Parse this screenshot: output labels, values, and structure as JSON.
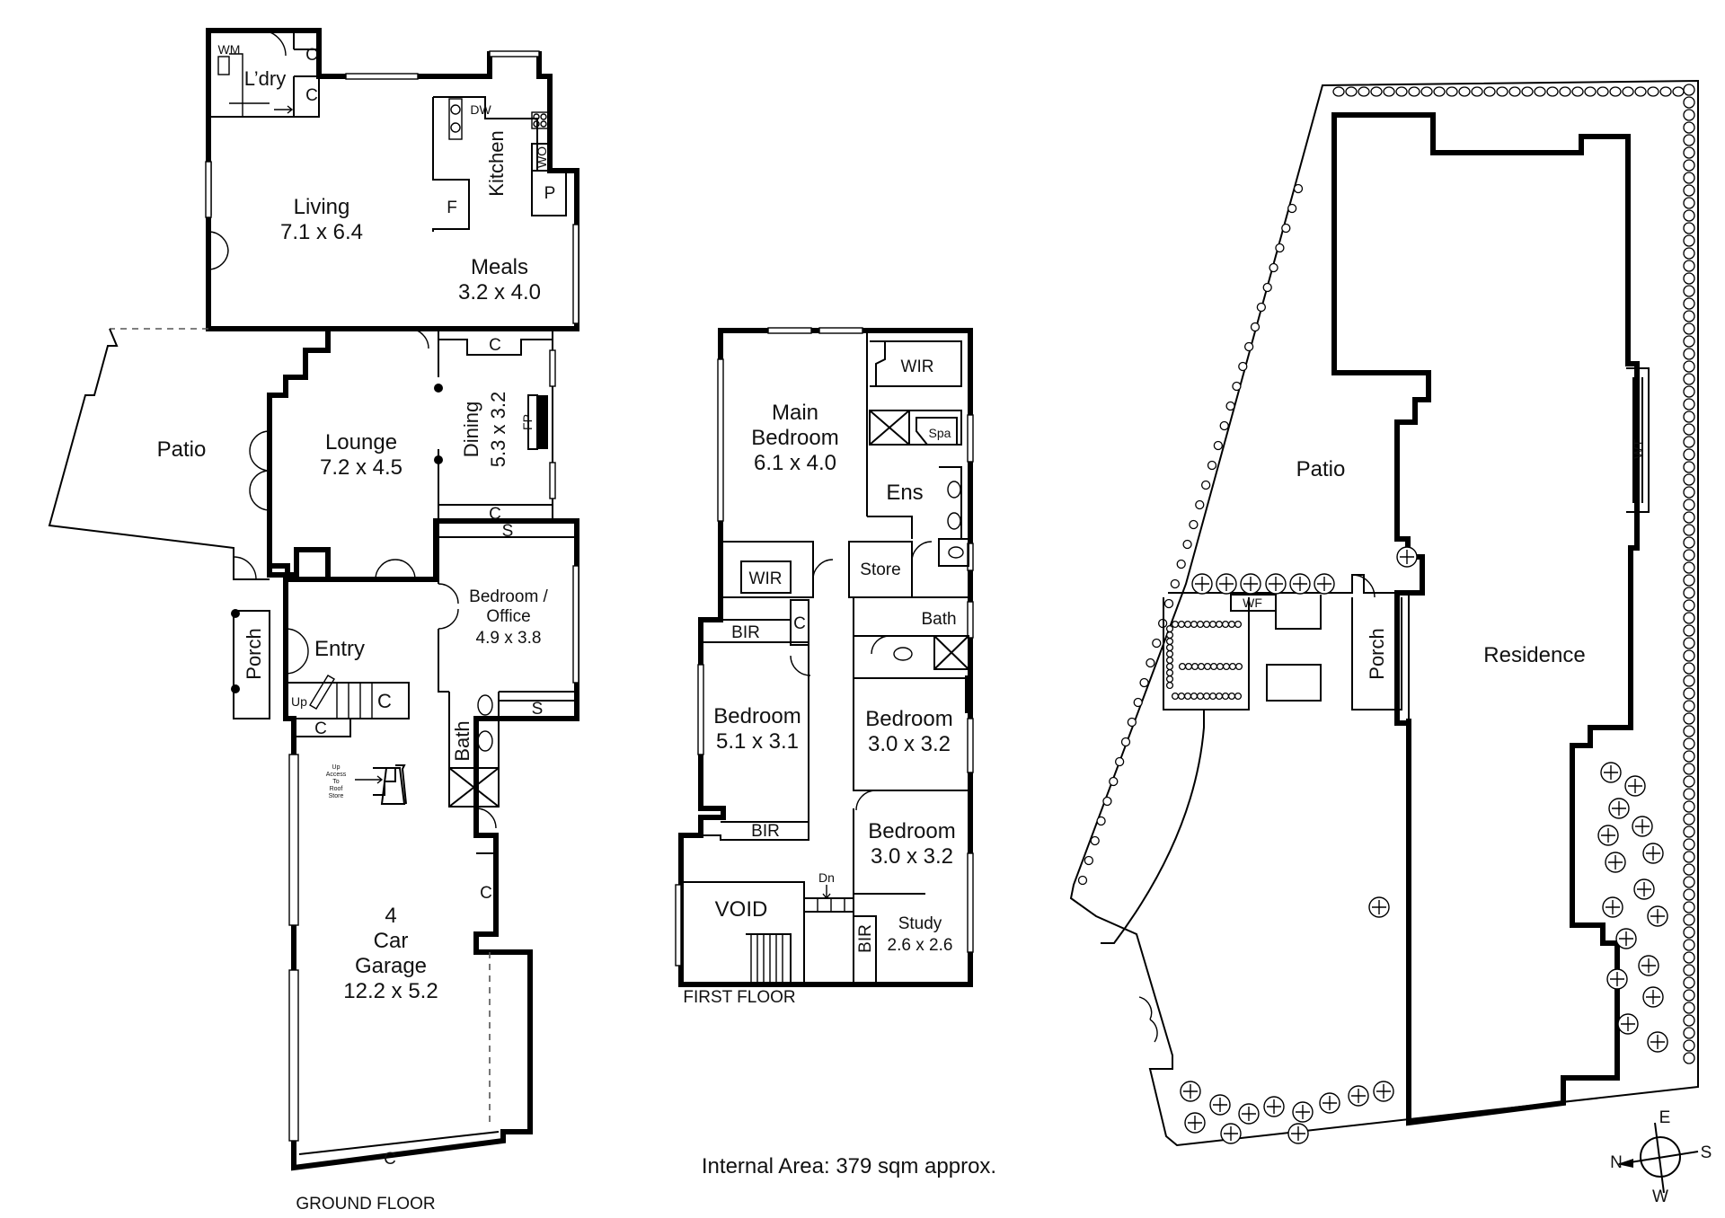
{
  "ground_floor": {
    "title": "GROUND FLOOR",
    "rooms": {
      "wm": "WM",
      "laundry": "L’dry",
      "cupboard": "C",
      "dw": "DW",
      "kitchen": "Kitchen",
      "wo": "WO",
      "fridge": "F",
      "pantry": "P",
      "living_name": "Living",
      "living_dim": "7.1 x 6.4",
      "meals_name": "Meals",
      "meals_dim": "3.2 x 4.0",
      "patio": "Patio",
      "lounge_name": "Lounge",
      "lounge_dim": "7.2 x 4.5",
      "dining_name": "Dining",
      "dining_dim": "5.3 x 3.2",
      "fp": "FP",
      "shelf": "S",
      "bedroom_office_name_1": "Bedroom /",
      "bedroom_office_name_2": "Office",
      "bedroom_office_dim": "4.9 x 3.8",
      "porch": "Porch",
      "entry": "Entry",
      "up": "Up",
      "bath": "Bath",
      "roof_note": [
        "Up",
        "Access",
        "To",
        "Roof",
        "Store"
      ],
      "garage_line1": "4",
      "garage_line2": "Car",
      "garage_line3": "Garage",
      "garage_dim": "12.2 x 5.2"
    }
  },
  "first_floor": {
    "title": "FIRST FLOOR",
    "rooms": {
      "wir": "WIR",
      "main_bedroom_1": "Main",
      "main_bedroom_2": "Bedroom",
      "main_bedroom_dim": "6.1 x 4.0",
      "spa": "Spa",
      "ens": "Ens",
      "store": "Store",
      "bath": "Bath",
      "bir": "BIR",
      "cupboard": "C",
      "bedroom": "Bedroom",
      "bedroom1_dim": "5.1 x 3.1",
      "bedroom2_dim": "3.0 x 3.2",
      "bedroom3_dim": "3.0 x 3.2",
      "void": "VOID",
      "dn": "Dn",
      "study": "Study",
      "study_dim": "2.6 x 2.6"
    }
  },
  "site_plan": {
    "patio": "Patio",
    "residence": "Residence",
    "wf": "WF",
    "porch": "Porch",
    "wt": "WT",
    "compass": {
      "n": "N",
      "e": "E",
      "s": "S",
      "w": "W"
    }
  },
  "internal_area": "Internal Area:  379 sqm approx."
}
